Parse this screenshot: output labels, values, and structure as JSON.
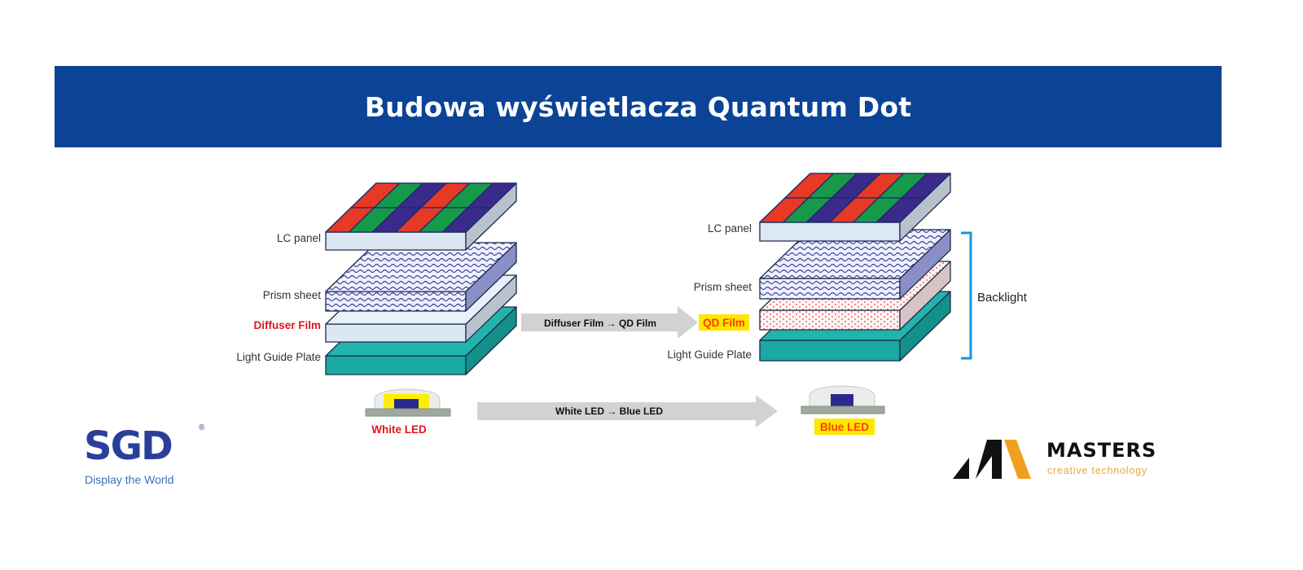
{
  "header": {
    "title": "Budowa wyświetlacza Quantum Dot"
  },
  "left_stack": {
    "lc_panel": "LC panel",
    "prism_sheet": "Prism sheet",
    "diffuser_film": "Diffuser Film",
    "light_guide_plate": "Light Guide Plate",
    "led": "White LED"
  },
  "right_stack": {
    "lc_panel": "LC panel",
    "prism_sheet": "Prism sheet",
    "qd_film": "QD Film",
    "light_guide_plate": "Light Guide Plate",
    "led": "Blue LED",
    "backlight": "Backlight"
  },
  "arrows": {
    "film": "Diffuser Film → QD Film",
    "led": "White LED → Blue LED"
  },
  "logos": {
    "sgd": {
      "name": "SGD",
      "tagline": "Display the World"
    },
    "masters": {
      "name": "MASTERS",
      "tagline": "creative technology"
    }
  },
  "colors": {
    "banner": "#0b4496",
    "teal": "#1aa9a4",
    "red": "#e73a25",
    "green": "#169a4a",
    "blue": "#3a2a8a",
    "bracket": "#1e8fe0",
    "orange": "#f0a020"
  }
}
